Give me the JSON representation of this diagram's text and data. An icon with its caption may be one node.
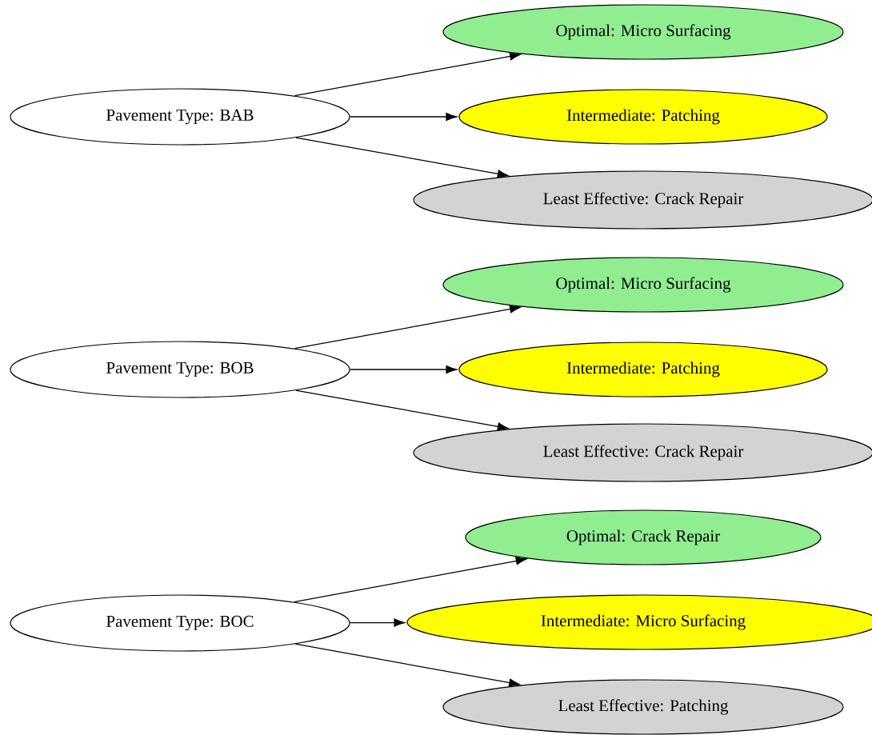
{
  "diagram": {
    "nodes": [
      {
        "text": [
          "Pavement Type: BAB"
        ]
      },
      {
        "text": [
          "Optimal: Micro Surfacing"
        ]
      },
      {
        "text": [
          "Intermediate: Patching"
        ]
      },
      {
        "text": [
          "Least Effective: Crack Repair"
        ]
      },
      {
        "text": [
          "Pavement Type: BOB"
        ]
      },
      {
        "text": [
          "Optimal: Micro Surfacing"
        ]
      },
      {
        "text": [
          "Intermediate: Patching"
        ]
      },
      {
        "text": [
          "Least Effective: Crack Repair"
        ]
      },
      {
        "text": [
          "Pavement Type: BOC"
        ]
      },
      {
        "text": [
          "Optimal: Crack Repair"
        ]
      },
      {
        "text": [
          "Intermediate: Micro Surfacing"
        ]
      },
      {
        "text": [
          "Least Effective: Patching"
        ]
      }
    ],
    "edges": [
      {
        "from": 0,
        "to": 1,
        "arrow": "to"
      },
      {
        "from": 0,
        "to": 2,
        "arrow": "to"
      },
      {
        "from": 0,
        "to": 3,
        "arrow": "to"
      },
      {
        "from": 4,
        "to": 5,
        "arrow": "to"
      },
      {
        "from": 4,
        "to": 6,
        "arrow": "to"
      },
      {
        "from": 4,
        "to": 7,
        "arrow": "to"
      },
      {
        "from": 8,
        "to": 9,
        "arrow": "to"
      },
      {
        "from": 8,
        "to": 10,
        "arrow": "to"
      },
      {
        "from": 8,
        "to": 11,
        "arrow": "to"
      }
    ]
  }
}
